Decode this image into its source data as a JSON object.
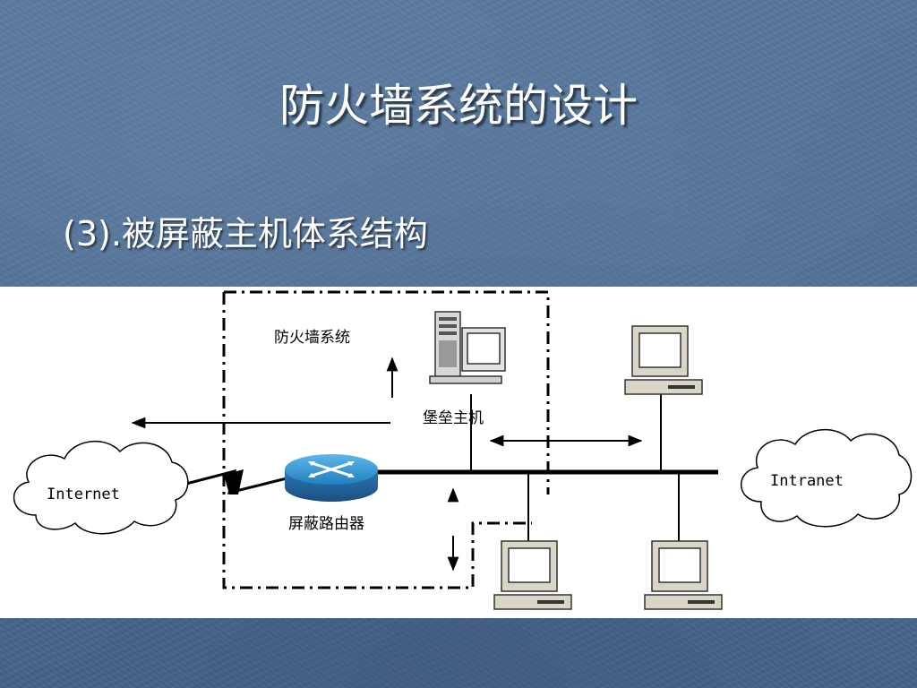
{
  "slide": {
    "title": "防火墙系统的设计",
    "subtitle": "(3).被屏蔽主机体系结构"
  },
  "diagram": {
    "firewall_label": "防火墙系统",
    "bastion_host_label": "堡垒主机",
    "router_label": "屏蔽路由器",
    "internet_label": "Internet",
    "intranet_label": "Intranet"
  }
}
